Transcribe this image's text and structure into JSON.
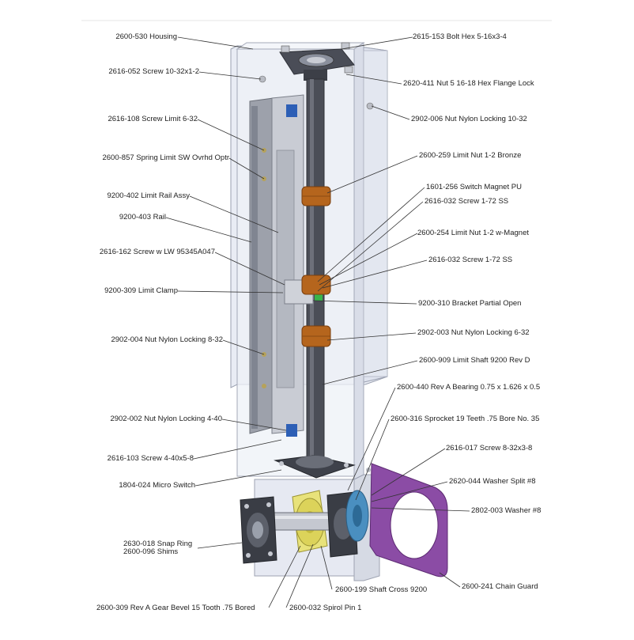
{
  "labels": {
    "housing": "2600-530 Housing",
    "screw_10_32": "2616-052 Screw 10-32x1-2",
    "screw_limit": "2616-108 Screw Limit 6-32",
    "spring_limit": "2600-857 Spring Limit SW Ovrhd Optr",
    "limit_rail_assy": "9200-402 Limit Rail Assy",
    "rail": "9200-403 Rail",
    "screw_w_lw": "2616-162 Screw w LW 95345A047",
    "limit_clamp": "9200-309 Limit Clamp",
    "nut_8_32": "2902-004 Nut Nylon Locking 8-32",
    "nut_4_40": "2902-002 Nut Nylon Locking 4-40",
    "screw_4_40": "2616-103 Screw 4-40x5-8",
    "micro_switch": "1804-024 Micro Switch",
    "snap_ring": "2630-018 Snap Ring",
    "shims": "2600-096 Shims",
    "gear_bevel": "2600-309 Rev A Gear Bevel 15 Tooth .75 Bored",
    "spirol_pin": "2600-032 Spirol Pin 1",
    "shaft_cross": "2600-199 Shaft Cross 9200",
    "bolt_hex": "2615-153 Bolt Hex 5-16x3-4",
    "nut_flange": "2620-411 Nut 5 16-18 Hex Flange Lock",
    "nut_10_32": "2902-006 Nut Nylon Locking 10-32",
    "limit_nut_bronze": "2600-259 Limit Nut 1-2 Bronze",
    "switch_magnet": "1601-256 Switch Magnet PU",
    "screw_1_72_a": "2616-032 Screw 1-72 SS",
    "limit_nut_magnet": "2600-254 Limit Nut 1-2 w-Magnet",
    "screw_1_72_b": "2616-032 Screw 1-72 SS",
    "bracket": "9200-310 Bracket Partial Open",
    "nut_6_32": "2902-003 Nut Nylon Locking 6-32",
    "limit_shaft": "2600-909 Limit Shaft 9200 Rev D",
    "bearing": "2600-440 Rev A Bearing 0.75 x 1.626 x 0.5",
    "sprocket": "2600-316 Sprocket 19 Teeth .75 Bore No. 35",
    "screw_8_32": "2616-017 Screw 8-32x3-8",
    "washer_split": "2620-044 Washer Split #8",
    "washer_8": "2802-003 Washer #8",
    "chain_guard": "2600-241 Chain Guard"
  }
}
